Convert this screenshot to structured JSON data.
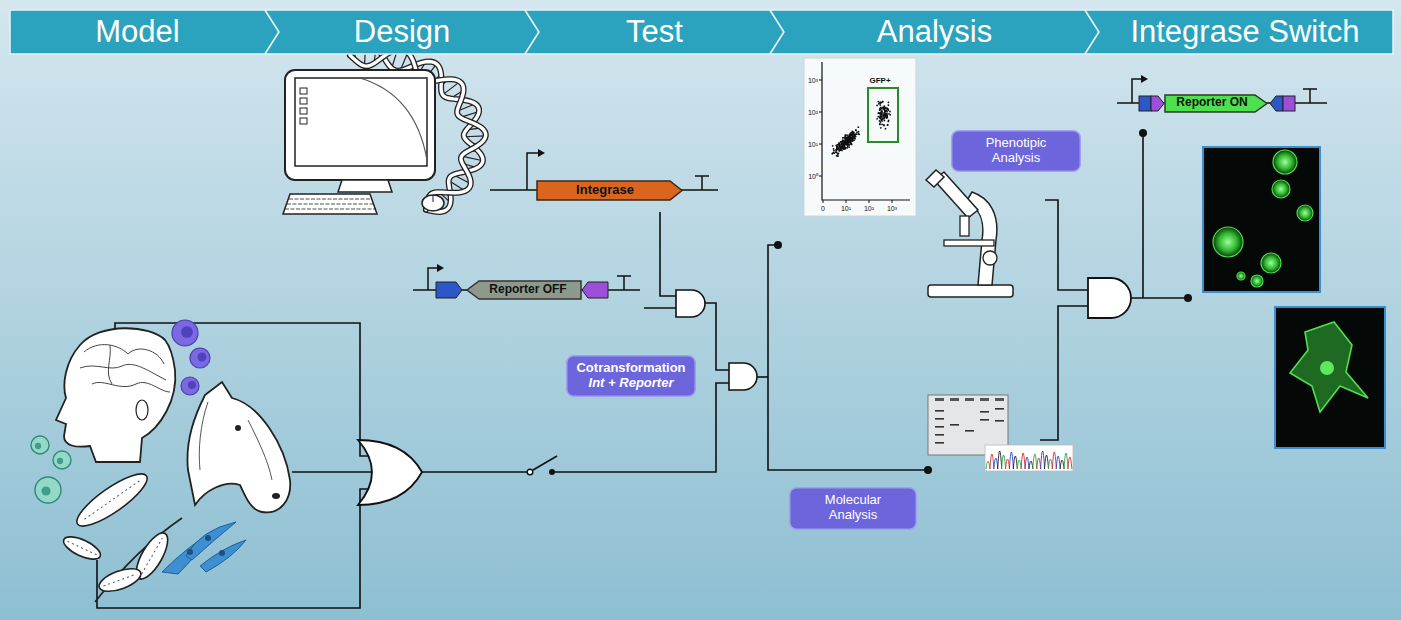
{
  "diagram": {
    "nodes": [
      {
        "text": [
          "Model"
        ]
      },
      {
        "text": [
          "Design"
        ]
      },
      {
        "text": [
          "Test"
        ]
      },
      {
        "text": [
          "Analysis"
        ]
      },
      {
        "text": [
          "Integrase Switch"
        ]
      },
      {
        "text": [
          "Integrase"
        ]
      },
      {
        "text": [
          "Reporter OFF"
        ]
      },
      {
        "text": [
          "Cotransformation",
          "Int + Reporter"
        ]
      },
      {
        "text": [
          "Phenotipic Analysis"
        ]
      },
      {
        "text": [
          "Molecular Analysis"
        ]
      },
      {
        "text": [
          "Reporter ON"
        ]
      }
    ],
    "labels": [
      "GFP+",
      "10³",
      "10²",
      "10¹",
      "10⁰",
      "0",
      "10¹",
      "10²",
      "10³"
    ]
  }
}
